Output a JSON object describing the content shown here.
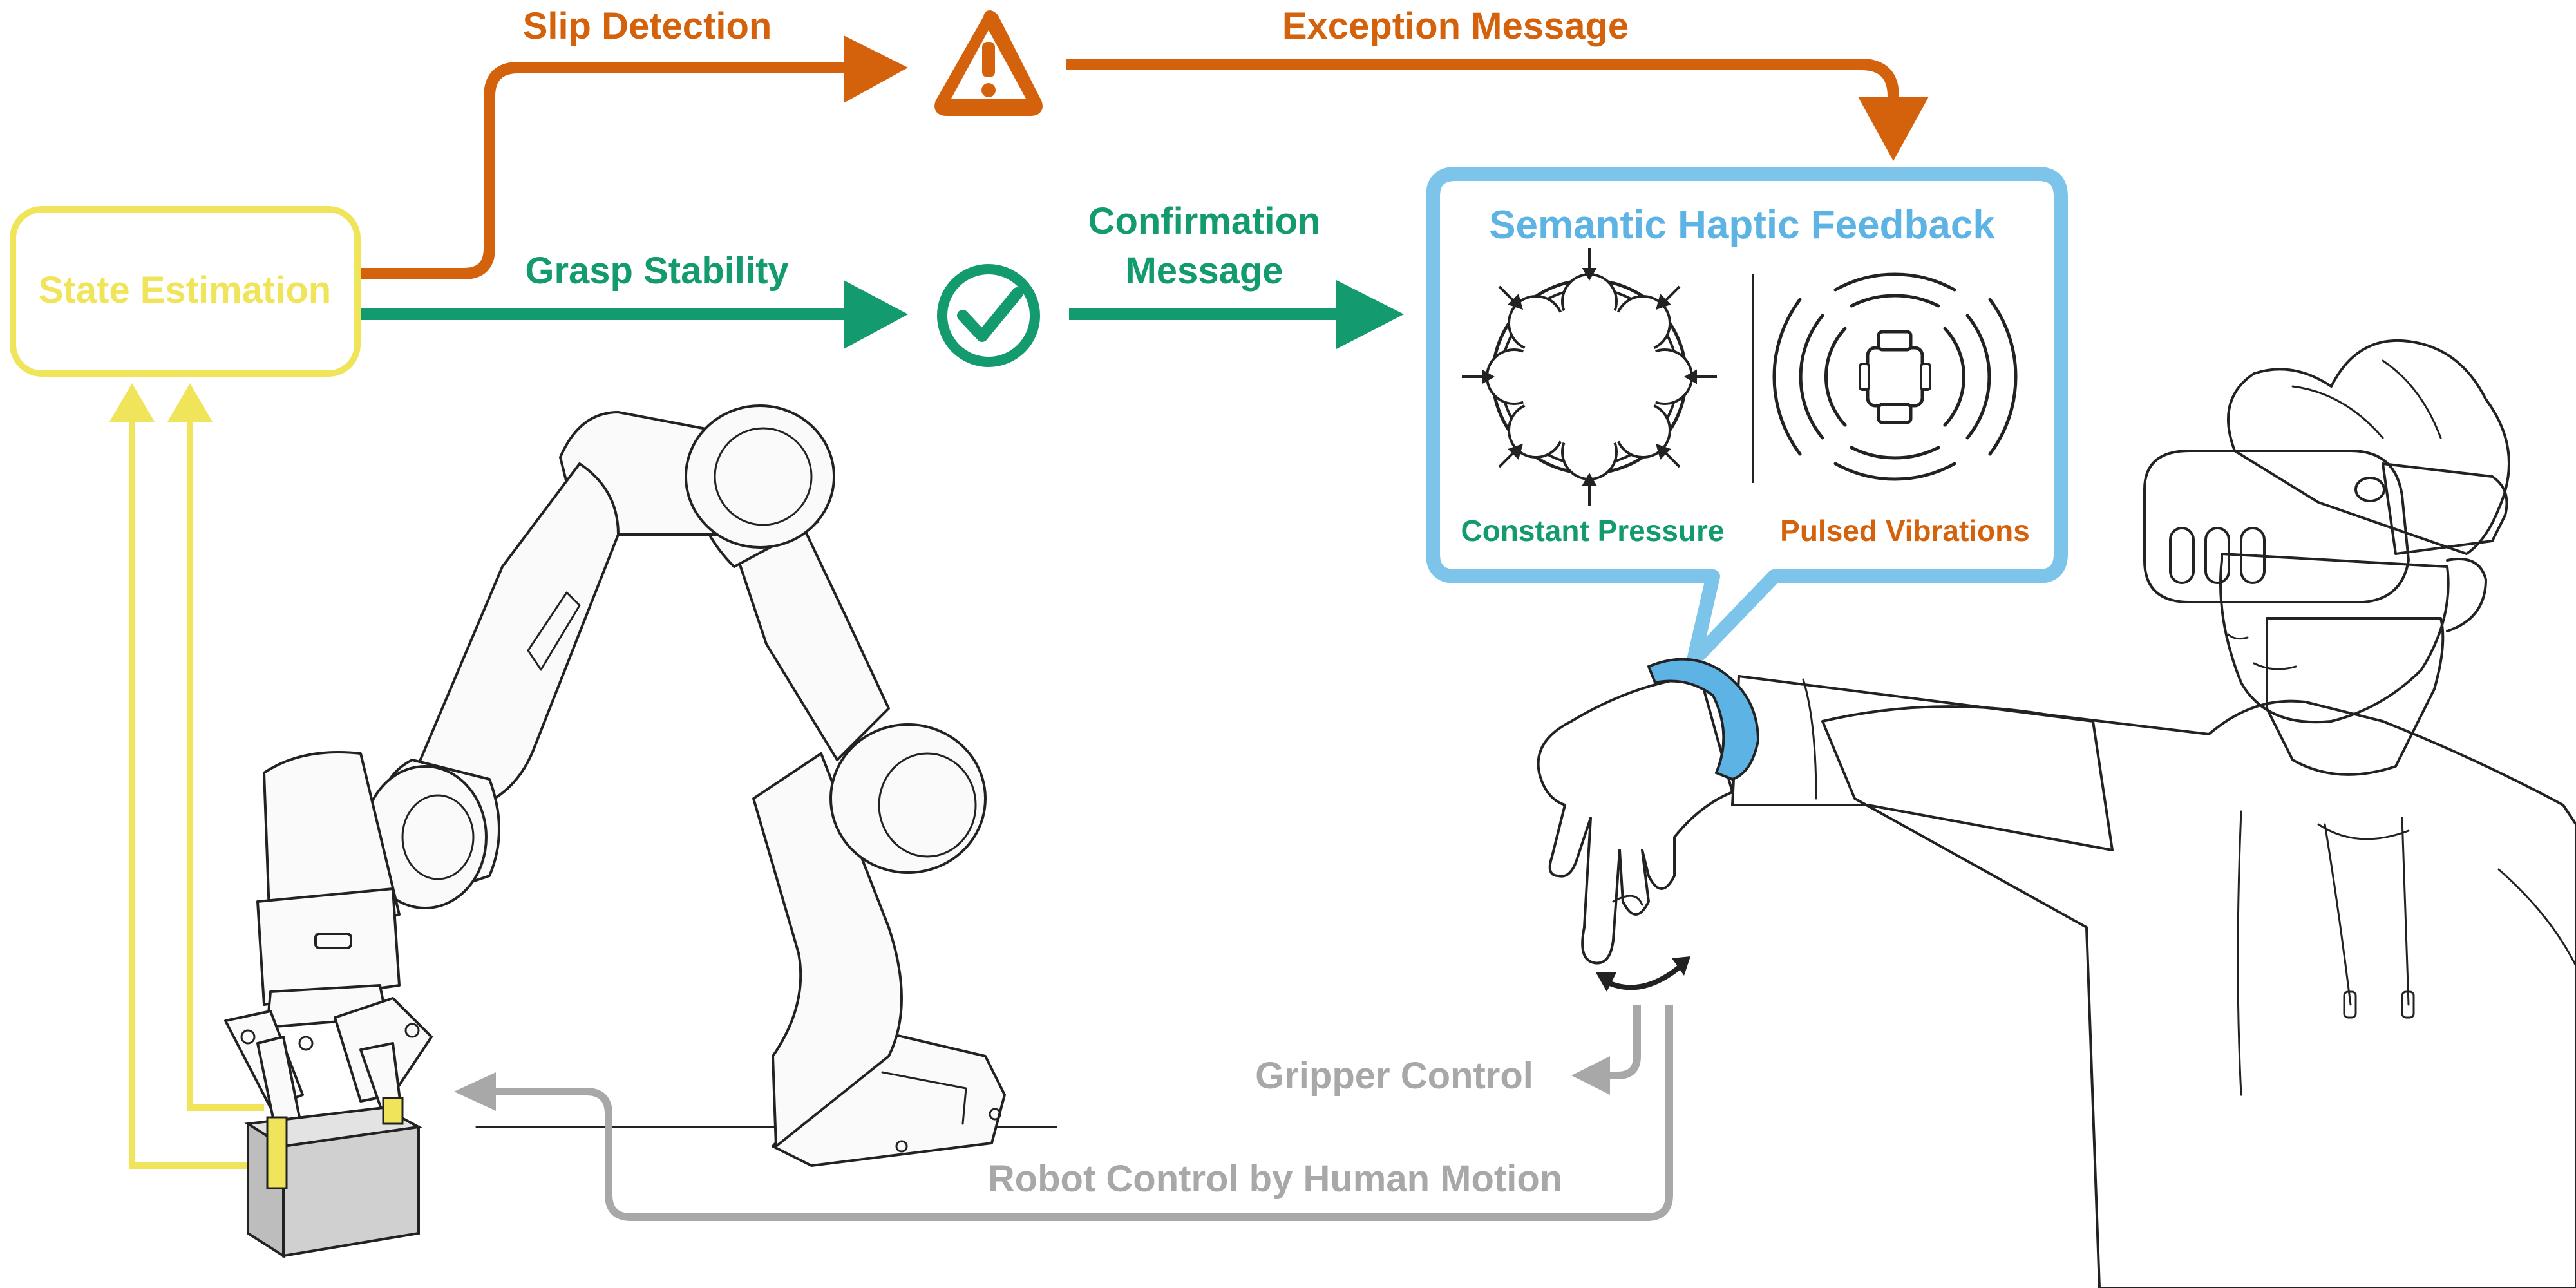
{
  "labels": {
    "slip_detection": "Slip Detection",
    "exception_message": "Exception Message",
    "state_estimation": "State Estimation",
    "grasp_stability": "Grasp Stability",
    "confirmation_message_line1": "Confirmation",
    "confirmation_message_line2": "Message",
    "semantic_haptic_feedback": "Semantic Haptic Feedback",
    "constant_pressure": "Constant Pressure",
    "pulsed_vibrations": "Pulsed Vibrations",
    "gripper_control": "Gripper Control",
    "robot_control": "Robot Control by Human Motion"
  },
  "colors": {
    "orange": "#D4610B",
    "green": "#139A6E",
    "yellow": "#F0E55A",
    "blue": "#7CC4EA",
    "blue_text": "#5DB3E3",
    "grey": "#A8A8A8",
    "ink": "#222222"
  },
  "icons": [
    "warning-icon",
    "check-circle-icon",
    "pressure-ring-icon",
    "vibration-icon",
    "vr-headset",
    "haptic-wristband",
    "robot-arm",
    "gripper",
    "grasped-box"
  ]
}
